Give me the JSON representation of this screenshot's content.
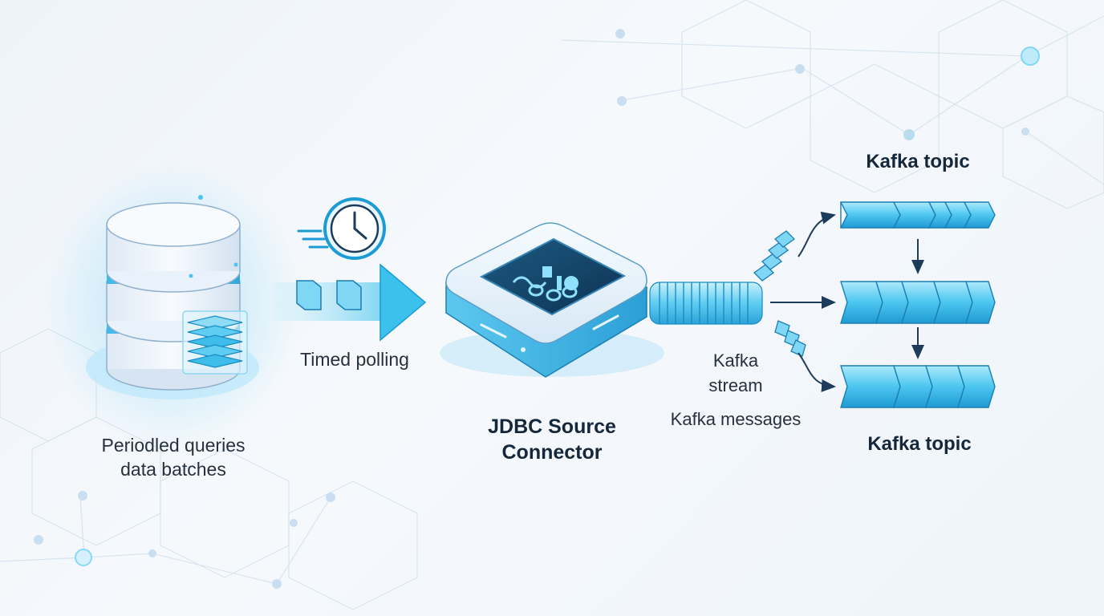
{
  "colors": {
    "primary": "#4fc3ea",
    "primary_dark": "#1c89c6",
    "deep": "#0e3d5c",
    "text": "#1f2d3d",
    "arrow": "#1d3b5a"
  },
  "nodes": {
    "database": {
      "caption_line1": "Periodled queries",
      "caption_line2": "data batches",
      "icon": "database-icon"
    },
    "polling": {
      "label": "Timed polling",
      "icon": "clock-icon"
    },
    "connector": {
      "title_line1": "JDBC Source",
      "title_line2": "Connector",
      "icon": "connector-chip-icon"
    },
    "stream": {
      "label_line1": "Kafka",
      "label_line2": "stream",
      "messages_label": "Kafka messages"
    },
    "topics": {
      "top_label": "Kafka topic",
      "bottom_label": "Kafka topic",
      "count": 3
    }
  }
}
